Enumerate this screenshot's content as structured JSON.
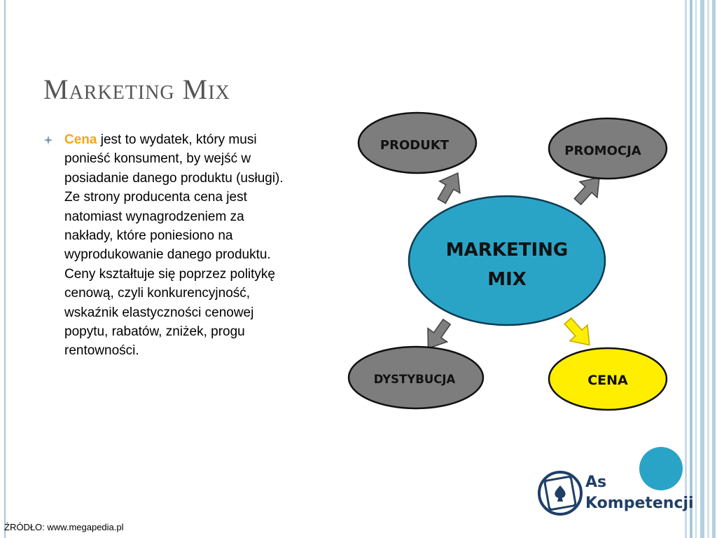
{
  "slide": {
    "title": "Marketing Mix",
    "bullet": {
      "keyword": "Cena",
      "text": " jest to wydatek, który musi ponieść konsument, by wejść w posiadanie danego produktu (usługi). Ze strony producenta cena jest natomiast wynagrodzeniem za nakłady, które poniesiono na wyprodukowanie danego produktu. Ceny kształtuje się poprzez politykę cenową, czyli konkurencyjność, wskaźnik elastyczności cenowej popytu, rabatów, zniżek, progu rentowności."
    },
    "source": "ŹRÓDŁO: www.megapedia.pl"
  },
  "diagram": {
    "center": {
      "line1": "MARKETING",
      "line2": "MIX",
      "color": "#2aa4c6"
    },
    "nodes": {
      "produkt": "PRODUKT",
      "promocja": "PROMOCJA",
      "dystrybucja": "DYSTYBUCJA",
      "cena": "CENA"
    },
    "colors": {
      "gray_node": "#7d7d7d",
      "highlight_node": "#ffee00",
      "gray_arrow": "#7f7f7f",
      "highlight_arrow": "#ffee00"
    }
  },
  "logo": {
    "line1": "As",
    "line2": "Kompetencji",
    "color": "#1f3f66",
    "dot_color": "#2aa4c6"
  },
  "theme": {
    "accent_keyword": "#f0a81e",
    "title_color": "#555555"
  }
}
